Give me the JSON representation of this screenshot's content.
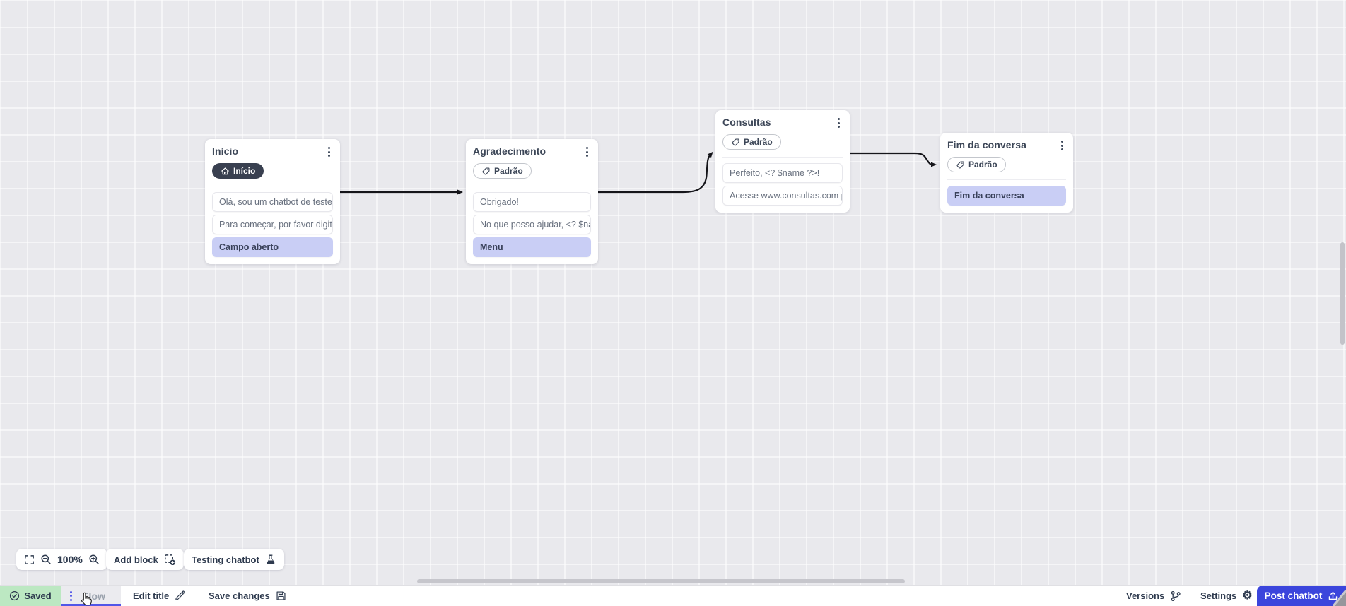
{
  "canvas": {
    "nodes": [
      {
        "title": "Início",
        "badge": "Início",
        "messages": [
          "Olá, sou um chatbot de teste!",
          "Para começar, por favor digite o ...",
          "Campo aberto"
        ]
      },
      {
        "title": "Agradecimento",
        "badge": "Padrão",
        "messages": [
          "Obrigado!",
          "No que posso ajudar, <? $name ...",
          "Menu"
        ]
      },
      {
        "title": "Consultas",
        "badge": "Padrão",
        "messages": [
          "Perfeito, <? $name ?>!",
          "Acesse www.consultas.com par..."
        ]
      },
      {
        "title": "Fim da conversa",
        "badge": "Padrão",
        "messages": [
          "Fim da conversa"
        ]
      }
    ]
  },
  "toolbar": {
    "zoom_level": "100%",
    "add_block": "Add block",
    "testing_chatbot": "Testing chatbot"
  },
  "bottom_bar": {
    "saved": "Saved",
    "flow": "Flow",
    "edit_title": "Edit title",
    "save_changes": "Save changes",
    "versions": "Versions",
    "settings": "Settings",
    "post_chatbot": "Post chatbot"
  },
  "colors": {
    "accent_purple": "#5156e8",
    "post_button_blue": "#3b45dc",
    "saved_green": "#bce8c2",
    "input_bubble": "#c9cef5",
    "dark_badge": "#394050",
    "connector": "#15151a"
  }
}
